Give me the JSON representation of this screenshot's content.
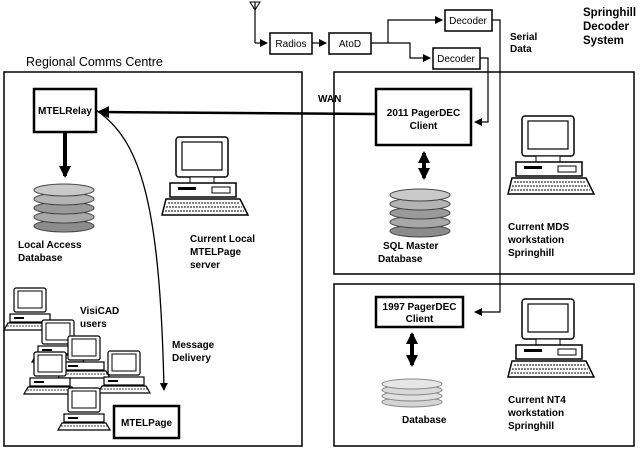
{
  "regional_centre": {
    "title": "Regional Comms Centre"
  },
  "springhill": {
    "title": [
      "Springhill",
      "Decoder",
      "System"
    ]
  },
  "signal_chain": {
    "radios": "Radios",
    "atod": "AtoD",
    "decoder1": "Decoder",
    "decoder2": "Decoder",
    "serial_data": [
      "Serial",
      "Data"
    ]
  },
  "nodes": {
    "mtelrelay": "MTELRelay",
    "mtelpage": "MTELPage",
    "pagerdec_2011": [
      "2011 PagerDEC",
      "Client"
    ],
    "pagerdec_1997": [
      "1997 PagerDEC",
      "Client"
    ]
  },
  "links": {
    "wan": "WAN",
    "message_delivery": [
      "Message",
      "Delivery"
    ]
  },
  "labels": {
    "local_access_db": [
      "Local Access",
      "Database"
    ],
    "current_local_server": [
      "Current Local",
      "MTELPage",
      "server"
    ],
    "visicad_users": [
      "VisiCAD",
      "users"
    ],
    "sql_master_db": [
      "SQL Master",
      "Database"
    ],
    "current_mds": [
      "Current MDS",
      "workstation",
      "Springhill"
    ],
    "database": "Database",
    "current_nt4": [
      "Current NT4",
      "workstation",
      "Springhill"
    ]
  }
}
